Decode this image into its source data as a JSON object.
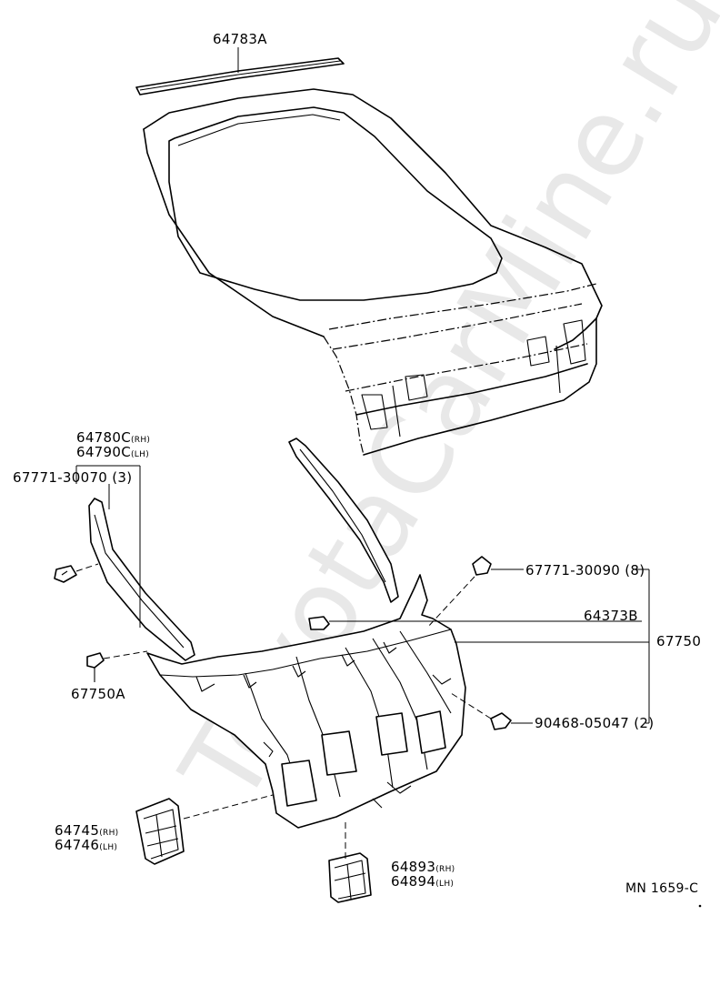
{
  "watermark": "ToyotaCarMine.ru",
  "diagram_code": "MN 1659-C",
  "labels": {
    "p64783A": "64783A",
    "p64780C": "64780C",
    "p64780C_side": "(RH)",
    "p64790C": "64790C",
    "p64790C_side": "(LH)",
    "p67771_30070": "67771-30070 (3)",
    "p67750A": "67750A",
    "p67771_30090": "67771-30090 (8)",
    "p64373B": "64373B",
    "p67750": "67750",
    "p90468_05047": "90468-05047 (2)",
    "p64745": "64745",
    "p64745_side": "(RH)",
    "p64746": "64746",
    "p64746_side": "(LH)",
    "p64893": "64893",
    "p64893_side": "(RH)",
    "p64894": "64894",
    "p64894_side": "(LH)"
  }
}
